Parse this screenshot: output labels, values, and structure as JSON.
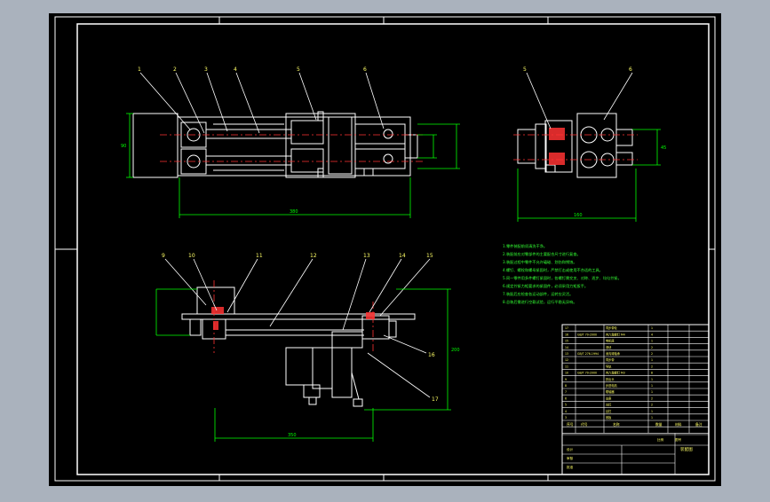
{
  "colors": {
    "background": "#aab2bd",
    "sheet": "#000000",
    "border": "#ffffff",
    "outline": "#ffffff",
    "dimension": "#00ff00",
    "centerline": "#ff3333",
    "leader": "#ffffff",
    "balloon": "#ffff66",
    "notes": "#33ff33",
    "table": "#ffffff",
    "table_text": "#ffff66"
  },
  "top_view": {
    "balloons": [
      "1",
      "2",
      "3",
      "4",
      "5",
      "6"
    ],
    "dims": {
      "width": "380",
      "height": "90"
    }
  },
  "side_view": {
    "balloons": [
      "5",
      "6"
    ],
    "dims": {
      "width": "160",
      "height": "45"
    }
  },
  "front_view": {
    "balloons": [
      "9",
      "10",
      "11",
      "12",
      "13",
      "14",
      "15",
      "16",
      "17"
    ],
    "dims": {
      "width": "350",
      "height": "200"
    }
  },
  "notes": {
    "lines": [
      "1.零件装配前须清洗干净。",
      "2.装配前应对零部件的主要配合尺寸进行复查。",
      "3.装配过程中零件不允许磕碰、划伤和锈蚀。",
      "4.螺钉、螺栓和螺母紧固时，严禁打击或使用不合适的工具。",
      "5.同一零件用多件螺钉紧固时，各螺钉需交叉、对称、逐步、均匀拧紧。",
      "6.规定拧紧力矩要求的紧固件，必须采用力矩扳手。",
      "7.装配后应检查各运动部件，运转应灵活。",
      "8.总装后需进行空载试验，运行平稳无异响。"
    ]
  },
  "title_block": {
    "parts_rows": [
      {
        "no": "17",
        "code": "",
        "name": "同步带轮",
        "qty": "1"
      },
      {
        "no": "16",
        "code": "GB/T 70-2000",
        "name": "内六角螺钉 M4",
        "qty": "4"
      },
      {
        "no": "15",
        "code": "",
        "name": "电机座",
        "qty": "1"
      },
      {
        "no": "14",
        "code": "",
        "name": "滑块",
        "qty": "2"
      },
      {
        "no": "13",
        "code": "GB/T 276-1994",
        "name": "深沟球轴承",
        "qty": "2"
      },
      {
        "no": "12",
        "code": "",
        "name": "同步带",
        "qty": "1"
      },
      {
        "no": "11",
        "code": "",
        "name": "导轨",
        "qty": "2"
      },
      {
        "no": "10",
        "code": "GB/T 70-2000",
        "name": "内六角螺钉 M3",
        "qty": "8"
      },
      {
        "no": "9",
        "code": "",
        "name": "挤出头",
        "qty": "1"
      },
      {
        "no": "8",
        "code": "",
        "name": "步进电机",
        "qty": "1"
      },
      {
        "no": "7",
        "code": "",
        "name": "联轴器",
        "qty": "1"
      },
      {
        "no": "6",
        "code": "",
        "name": "支座",
        "qty": "2"
      },
      {
        "no": "5",
        "code": "",
        "name": "光杠",
        "qty": "2"
      },
      {
        "no": "4",
        "code": "",
        "name": "丝杠",
        "qty": "1"
      },
      {
        "no": "3",
        "code": "",
        "name": "底板",
        "qty": "1"
      }
    ],
    "header": {
      "no": "序号",
      "code": "代号",
      "name": "名称",
      "qty": "数量",
      "material": "材料",
      "note": "备注"
    },
    "title": "装配图",
    "scale_label": "比例",
    "sheet_label": "图号",
    "designer_label": "设计",
    "checker_label": "审核",
    "approver_label": "批准"
  }
}
